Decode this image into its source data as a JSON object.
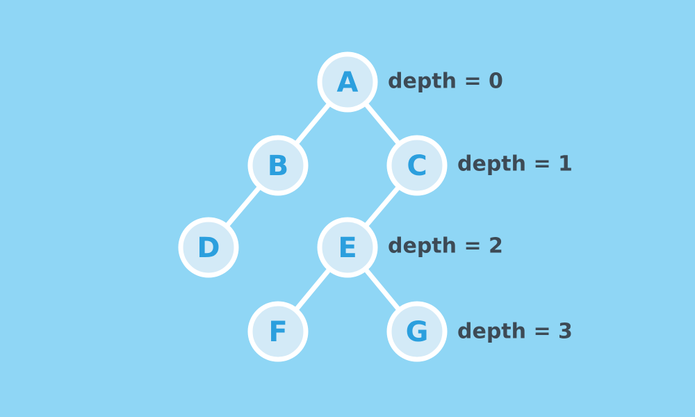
{
  "colors": {
    "background": "#8fd6f5",
    "node_fill": "#d3eaf7",
    "node_stroke": "#ffffff",
    "node_text": "#2b9fde",
    "edge": "#ffffff",
    "depth_text": "#3d4a55"
  },
  "tree": {
    "nodes": [
      {
        "id": "A",
        "label": "A"
      },
      {
        "id": "B",
        "label": "B"
      },
      {
        "id": "C",
        "label": "C"
      },
      {
        "id": "D",
        "label": "D"
      },
      {
        "id": "E",
        "label": "E"
      },
      {
        "id": "F",
        "label": "F"
      },
      {
        "id": "G",
        "label": "G"
      }
    ],
    "edges": [
      {
        "from": "A",
        "to": "B"
      },
      {
        "from": "A",
        "to": "C"
      },
      {
        "from": "B",
        "to": "D"
      },
      {
        "from": "C",
        "to": "E"
      },
      {
        "from": "E",
        "to": "F"
      },
      {
        "from": "E",
        "to": "G"
      }
    ],
    "depth_labels": [
      {
        "text": "depth = 0"
      },
      {
        "text": "depth = 1"
      },
      {
        "text": "depth = 2"
      },
      {
        "text": "depth = 3"
      }
    ]
  }
}
